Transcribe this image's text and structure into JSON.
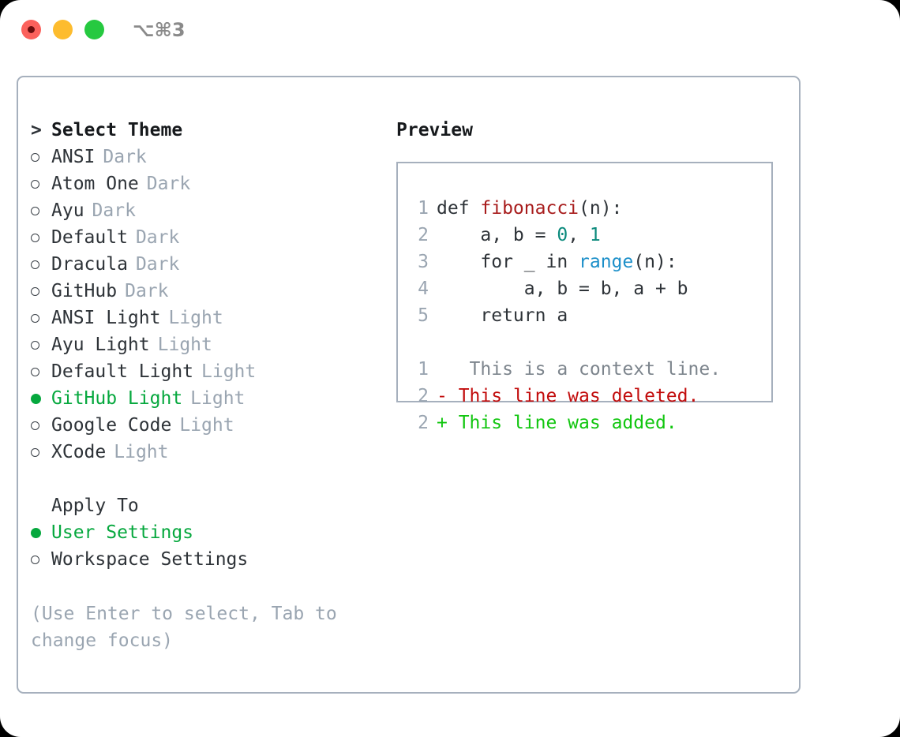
{
  "titlebar": {
    "shortcut": "⌥⌘3",
    "buttons": [
      {
        "name": "close",
        "color": "#fb615c"
      },
      {
        "name": "minimize",
        "color": "#fdbc2e"
      },
      {
        "name": "maximize",
        "color": "#26c940"
      }
    ]
  },
  "theme_picker": {
    "header": "Select Theme",
    "header_marker": ">",
    "items": [
      {
        "label": "ANSI",
        "badge": "Dark",
        "selected": false
      },
      {
        "label": "Atom One",
        "badge": "Dark",
        "selected": false
      },
      {
        "label": "Ayu",
        "badge": "Dark",
        "selected": false
      },
      {
        "label": "Default",
        "badge": "Dark",
        "selected": false
      },
      {
        "label": "Dracula",
        "badge": "Dark",
        "selected": false
      },
      {
        "label": "GitHub",
        "badge": "Dark",
        "selected": false
      },
      {
        "label": "ANSI Light",
        "badge": "Light",
        "selected": false
      },
      {
        "label": "Ayu Light",
        "badge": "Light",
        "selected": false
      },
      {
        "label": "Default Light",
        "badge": "Light",
        "selected": false
      },
      {
        "label": "GitHub Light",
        "badge": "Light",
        "selected": true
      },
      {
        "label": "Google Code",
        "badge": "Light",
        "selected": false
      },
      {
        "label": "XCode",
        "badge": "Light",
        "selected": false
      }
    ]
  },
  "apply_to": {
    "header": "Apply To",
    "items": [
      {
        "label": "User Settings",
        "selected": true
      },
      {
        "label": "Workspace Settings",
        "selected": false
      }
    ]
  },
  "hint": "(Use Enter to select, Tab to change focus)",
  "preview": {
    "title": "Preview",
    "code_lines": [
      {
        "num": "1",
        "tokens": [
          {
            "text": "def ",
            "type": "plain"
          },
          {
            "text": "fibonacci",
            "type": "fn"
          },
          {
            "text": "(n):",
            "type": "plain"
          }
        ]
      },
      {
        "num": "2",
        "tokens": [
          {
            "text": "    a, b = ",
            "type": "plain"
          },
          {
            "text": "0",
            "type": "num"
          },
          {
            "text": ", ",
            "type": "plain"
          },
          {
            "text": "1",
            "type": "num"
          }
        ]
      },
      {
        "num": "3",
        "tokens": [
          {
            "text": "    for _ in ",
            "type": "plain"
          },
          {
            "text": "range",
            "type": "builtin"
          },
          {
            "text": "(n):",
            "type": "plain"
          }
        ]
      },
      {
        "num": "4",
        "tokens": [
          {
            "text": "        a, b = b, a + b",
            "type": "plain"
          }
        ]
      },
      {
        "num": "5",
        "tokens": [
          {
            "text": "    return a",
            "type": "plain"
          }
        ]
      }
    ],
    "diff_lines": [
      {
        "num": "1",
        "marker": " ",
        "text": "  This is a context line.",
        "kind": "context"
      },
      {
        "num": "2",
        "marker": "-",
        "text": " This line was deleted.",
        "kind": "del"
      },
      {
        "num": "2",
        "marker": "+",
        "text": " This line was added.",
        "kind": "add"
      }
    ]
  },
  "colors": {
    "accent_green": "#06a83e",
    "border": "#a6b0bd",
    "muted": "#9aa5b1",
    "text": "#2e3338",
    "diff_add": "#11c60f",
    "diff_del": "#c20c0c",
    "syntax_fn": "#a81d1d",
    "syntax_num": "#0b8a7c",
    "syntax_builtin": "#1c8fc9"
  }
}
